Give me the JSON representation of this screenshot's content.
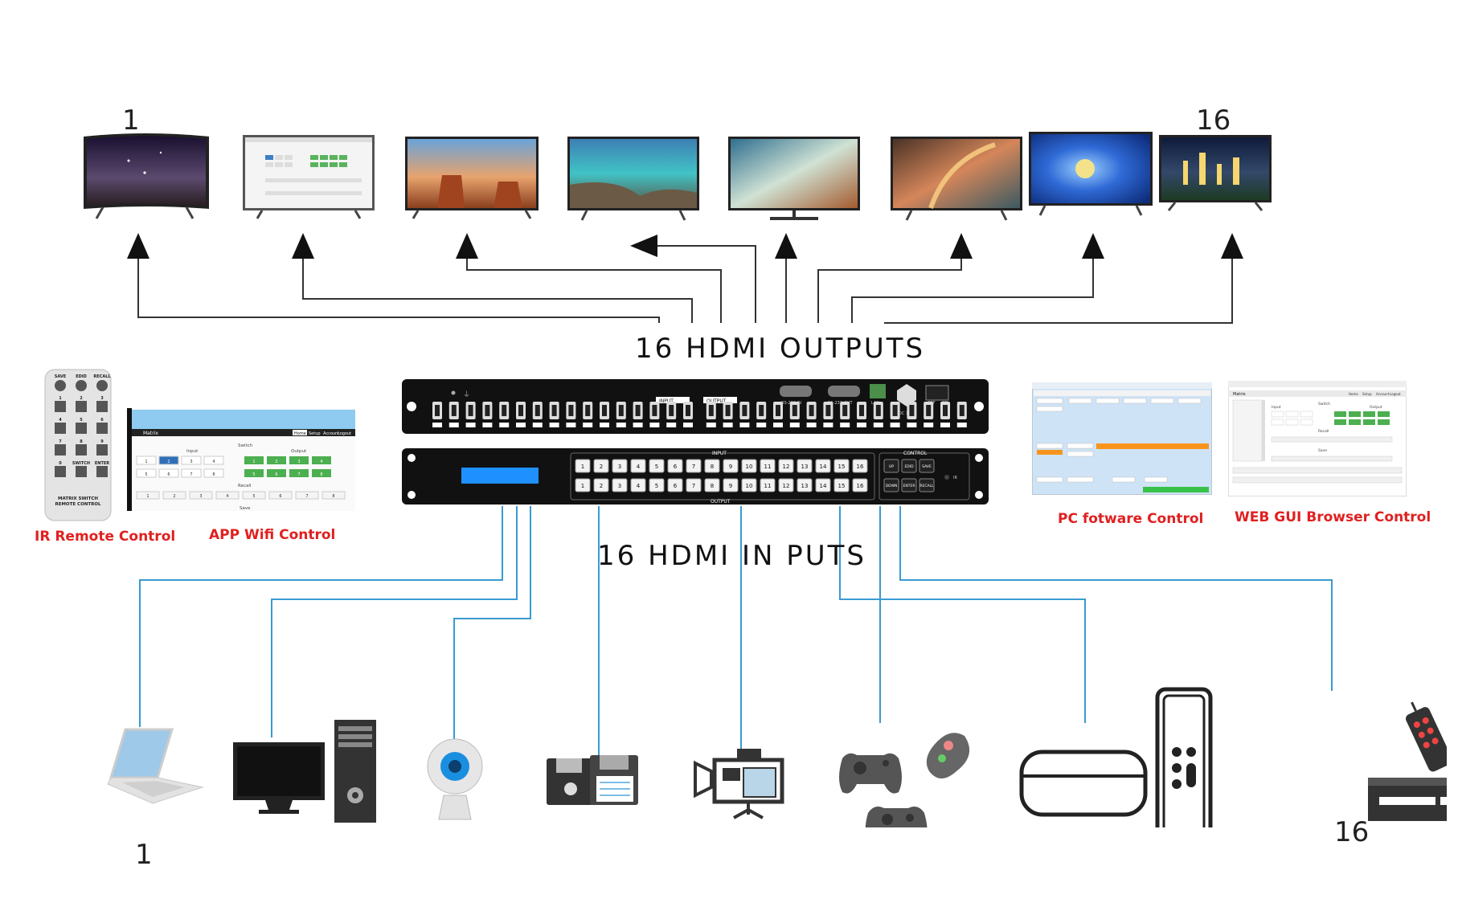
{
  "labels": {
    "outputs": "16 HDMI OUTPUTS",
    "inputs": "16 HDMI IN PUTS",
    "out_first": "1",
    "out_last": "16",
    "in_first": "1",
    "in_last": "16"
  },
  "controls": {
    "ir": "IR Remote Control",
    "app": "APP Wifi Control",
    "pc": "PC fotware Control",
    "web": "WEB GUI Browser Control"
  },
  "remote": {
    "keys": [
      "SAVE",
      "EDID",
      "RECALL",
      "1",
      "2",
      "3",
      "4",
      "5",
      "6",
      "7",
      "8",
      "9",
      "0",
      "SWITCH",
      "ENTER"
    ],
    "caption_line1": "MATRIX SWITCH",
    "caption_line2": "REMOTE CONTROL"
  },
  "app_screen": {
    "title": "Matrix",
    "menu": [
      "Home",
      "Setup",
      "Account",
      "Logout"
    ],
    "input_label": "Input",
    "switch_label": "Switch",
    "output_label": "Output",
    "recall_label": "Recall",
    "save_label": "Save",
    "keys": [
      "1",
      "2",
      "3",
      "4",
      "5",
      "6",
      "7",
      "8"
    ]
  },
  "web_screen": {
    "title": "Matrix",
    "menu": [
      "Home",
      "Setup",
      "Account",
      "Logout"
    ],
    "input_label": "Input",
    "switch_label": "Switch",
    "output_label": "Output",
    "recall_label": "Recall",
    "save_label": "Save"
  },
  "device": {
    "rear": {
      "input_tag": "INPUT",
      "output_tag": "OUTPUT",
      "rs232_in": "RS-232-IN",
      "rs232_out": "RS-232-OUT",
      "lan": "LAN",
      "dc": "DC 12V",
      "off": "OFF",
      "on": "ON"
    },
    "front": {
      "input_tag": "INPUT",
      "output_tag": "OUTPUT",
      "control_tag": "CONTROL",
      "buttons": [
        "1",
        "2",
        "3",
        "4",
        "5",
        "6",
        "7",
        "8",
        "9",
        "10",
        "11",
        "12",
        "13",
        "14",
        "15",
        "16"
      ],
      "ctrl_top": [
        "UP",
        "EDID",
        "SAVE"
      ],
      "ctrl_bottom": [
        "DOWN",
        "ENTER",
        "RECALL"
      ],
      "ir": "IR"
    }
  },
  "colors": {
    "arrow": "#111111",
    "input_wire": "#3a9bd1",
    "accent_red": "#e02020",
    "lcd_blue": "#1e90ff",
    "app_green": "#4caf50",
    "pc_orange": "#f7941d"
  },
  "icons": {
    "displays": [
      "tv-icon",
      "monitor-icon",
      "tv-icon",
      "tv-icon",
      "tv-icon",
      "tv-icon",
      "tv-icon",
      "tv-icon"
    ],
    "sources": [
      "laptop-icon",
      "desktop-pc-icon",
      "webcam-icon",
      "floppy-disk-icon",
      "projector-icon",
      "game-controller-icon",
      "media-box-icon",
      "set-top-box-icon"
    ]
  }
}
